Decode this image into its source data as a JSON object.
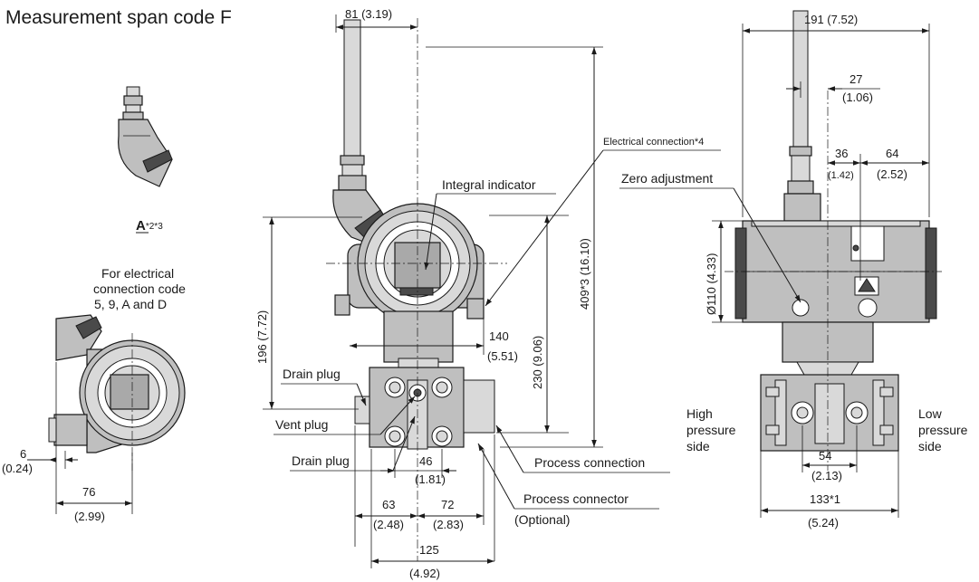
{
  "title": "Measurement span code F",
  "view_a": {
    "label": "A",
    "note": "*2*3"
  },
  "side_view": {
    "caption_lines": [
      "For electrical",
      "connection code",
      "5, 9, A and D"
    ],
    "dim_6": "6",
    "dim_6_in": "(0.24)",
    "dim_76": "76",
    "dim_76_in": "(2.99)"
  },
  "front_view": {
    "dim_81": "81 (3.19)",
    "dim_196": "196 (7.72)",
    "dim_230": "230 (9.06)",
    "dim_409": "409*3 (16.10)",
    "dim_140": "140",
    "dim_140_in": "(5.51)",
    "dim_46": "46",
    "dim_46_in": "(1.81)",
    "dim_63": "63",
    "dim_63_in": "(2.48)",
    "dim_72": "72",
    "dim_72_in": "(2.83)",
    "dim_125": "125",
    "dim_125_in": "(4.92)",
    "labels": {
      "electrical_connection": "Electrical connection*4",
      "integral_indicator": "Integral indicator",
      "drain_plug_top": "Drain plug",
      "vent_plug": "Vent plug",
      "drain_plug_bottom": "Drain plug",
      "process_connection": "Process connection",
      "process_connector": "Process connector",
      "optional": "(Optional)"
    }
  },
  "right_view": {
    "dim_191": "191 (7.52)",
    "dim_27": "27",
    "dim_27_in": "(1.06)",
    "dim_36": "36",
    "dim_36_in": "(1.42)",
    "dim_64": "64",
    "dim_64_in": "(2.52)",
    "dim_dia110": "Ø110 (4.33)",
    "dim_54": "54",
    "dim_54_in": "(2.13)",
    "dim_133": "133*1",
    "dim_133_in": "(5.24)",
    "zero_adjustment": "Zero adjustment",
    "high_side": [
      "High",
      "pressure",
      "side"
    ],
    "low_side": [
      "Low",
      "pressure",
      "side"
    ]
  }
}
